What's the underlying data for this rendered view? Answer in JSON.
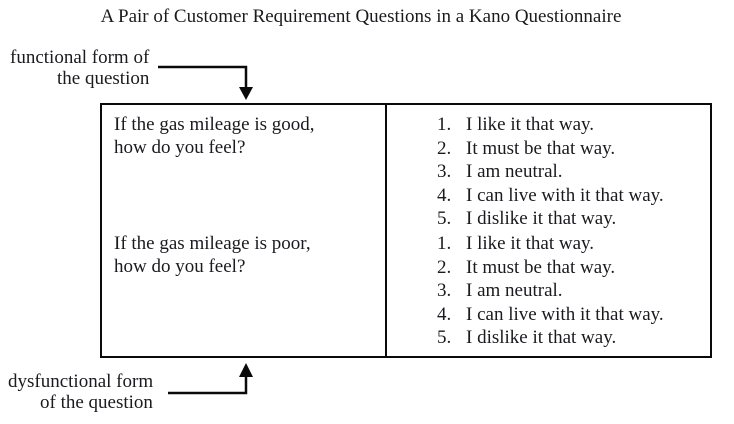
{
  "title": "A Pair of Customer Requirement Questions in a Kano Questionnaire",
  "labels": {
    "functional": {
      "line1": "functional form of",
      "line2": "the question"
    },
    "dysfunctional": {
      "line1": "dysfunctional form",
      "line2": "of the question"
    }
  },
  "table": {
    "rows": [
      {
        "question_line1": "If the gas mileage is good,",
        "question_line2": "how do you feel?",
        "options": [
          {
            "num": "1.",
            "text": "I like it that way."
          },
          {
            "num": "2.",
            "text": "It must be that way."
          },
          {
            "num": "3.",
            "text": "I am neutral."
          },
          {
            "num": "4.",
            "text": "I can live with it that way."
          },
          {
            "num": "5.",
            "text": "I dislike it that way."
          }
        ]
      },
      {
        "question_line1": "If the gas mileage is poor,",
        "question_line2": "how do you feel?",
        "options": [
          {
            "num": "1.",
            "text": "I like it that way."
          },
          {
            "num": "2.",
            "text": "It must be that way."
          },
          {
            "num": "3.",
            "text": "I am neutral."
          },
          {
            "num": "4.",
            "text": "I can live with it that way."
          },
          {
            "num": "5.",
            "text": "I dislike it that way."
          }
        ]
      }
    ]
  },
  "colors": {
    "text": "#1a1a1f",
    "border": "#0a0a0a",
    "background": "#ffffff"
  }
}
